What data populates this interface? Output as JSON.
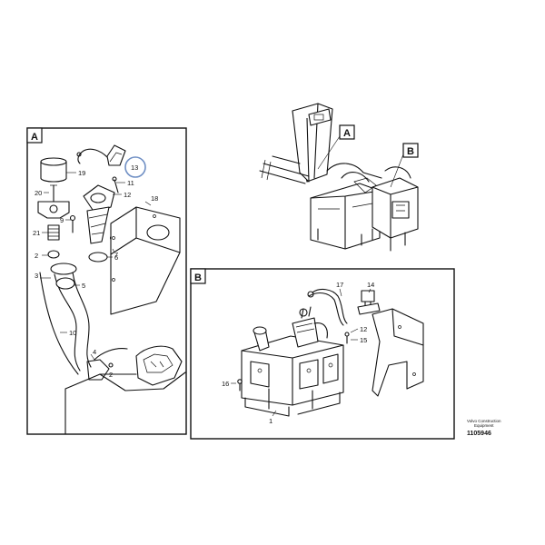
{
  "views": {
    "a": {
      "label": "A"
    },
    "b": {
      "label": "B"
    }
  },
  "callouts": {
    "a": [
      "19",
      "13",
      "11",
      "20",
      "12",
      "18",
      "9",
      "21",
      "7",
      "2",
      "6",
      "3",
      "5",
      "10",
      "4",
      "2"
    ],
    "b": [
      "17",
      "14",
      "12",
      "15",
      "16",
      "1"
    ]
  },
  "overview_tags": {
    "a": "A",
    "b": "B"
  },
  "footer": {
    "brand_line1": "Volvo Construction",
    "brand_line2": "Equipment",
    "drawing_number": "1105946"
  },
  "highlight_color": "#6f8fc4"
}
